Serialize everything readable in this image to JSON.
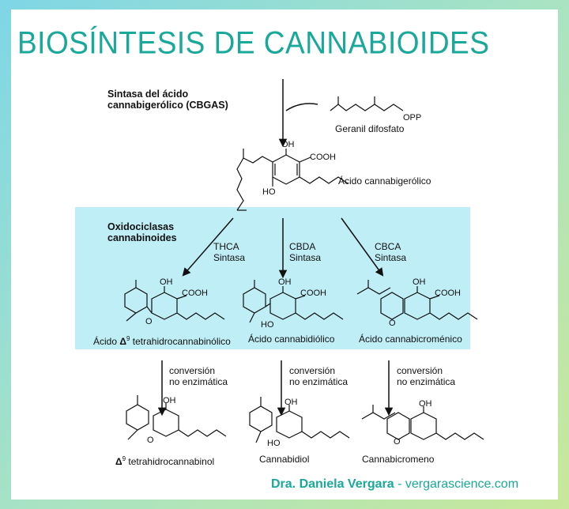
{
  "title": "BIOSÍNTESIS DE CANNABIOIDES",
  "enzyme_top": {
    "line1": "Sintasa del ácido",
    "line2": "cannabigerólico (CBGAS)"
  },
  "geranyl": {
    "opp": "OPP",
    "name": "Geranil difosfato"
  },
  "cbga": {
    "oh": "OH",
    "cooh": "COOH",
    "ho": "HO",
    "name": "Ácido cannabigerólico"
  },
  "oxido": {
    "line1": "Oxidociclasas",
    "line2": "cannabinoides"
  },
  "synthases": [
    {
      "line1": "THCA",
      "line2": "Sintasa"
    },
    {
      "line1": "CBDA",
      "line2": "Sintasa"
    },
    {
      "line1": "CBCA",
      "line2": "Sintasa"
    }
  ],
  "acids": [
    {
      "oh": "OH",
      "cooh": "COOH",
      "o": "O",
      "name_pre": "Ácido ",
      "delta": "Δ",
      "sup": "9",
      "name_post": " tetrahidrocannabinólico"
    },
    {
      "oh": "OH",
      "cooh": "COOH",
      "ho": "HO",
      "name": "Ácido cannabidiólico"
    },
    {
      "oh": "OH",
      "cooh": "COOH",
      "o": "O",
      "name": "Ácido cannabicroménico"
    }
  ],
  "conversion": {
    "line1": "conversión",
    "line2": "no enzimática"
  },
  "products": [
    {
      "oh": "OH",
      "o": "O",
      "delta": "Δ",
      "sup": "9",
      "name_post": " tetrahidrocannabinol"
    },
    {
      "oh": "OH",
      "ho": "HO",
      "name": "Cannabidiol"
    },
    {
      "oh": "OH",
      "o": "O",
      "name": "Cannabicromeno"
    }
  ],
  "footer": {
    "name": "Dra. Daniela Vergara",
    "sep": " - ",
    "site": "vergarascience.com"
  }
}
